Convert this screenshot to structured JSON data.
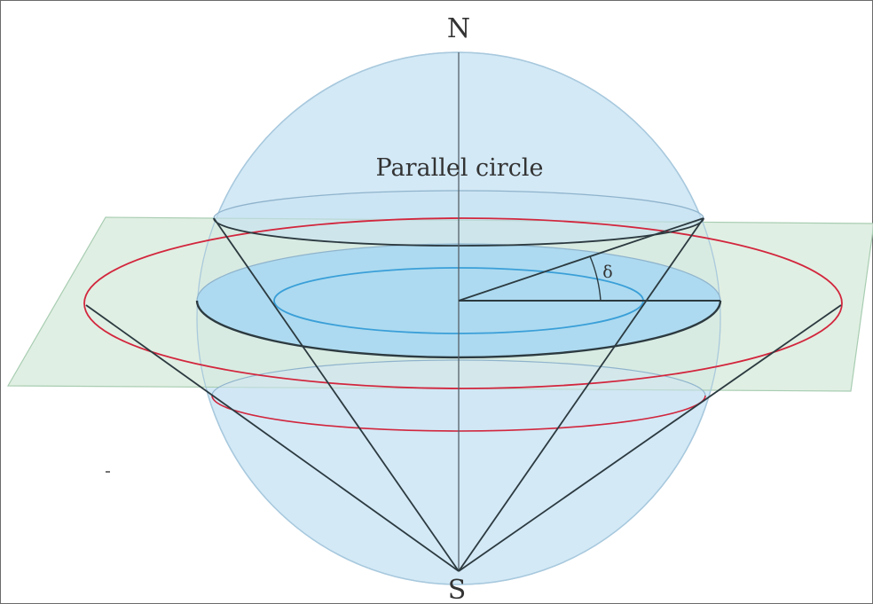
{
  "labels": {
    "north": "N",
    "south": "S",
    "parallel_circle": "Parallel circle",
    "angle": "δ"
  },
  "colors": {
    "sphere_fill": "#d3e9f6",
    "sphere_stroke": "#9ec3dc",
    "plane_fill": "#d9ecdd",
    "plane_stroke": "#a8cdb2",
    "equator_disc_fill": "#a9d8f2",
    "inner_circle_stroke": "#3a9fd8",
    "red_circle_stroke": "#d2263d",
    "line_stroke": "#2c3a40",
    "axis_stroke": "#556068"
  }
}
